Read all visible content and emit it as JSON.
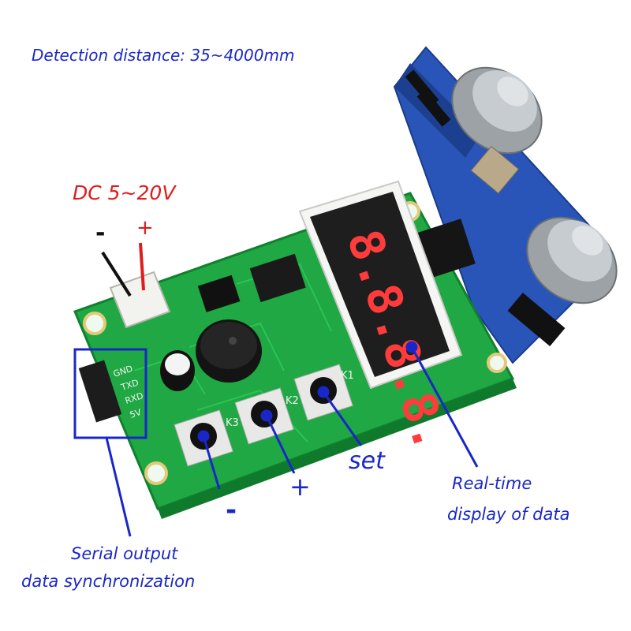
{
  "labels": {
    "detection": "Detection distance: 35~4000mm",
    "power": "DC 5~20V",
    "power_minus": "-",
    "power_plus": "+",
    "set": "set",
    "plus": "+",
    "minus": "-",
    "realtime_line1": "Real-time",
    "realtime_line2": "display of data",
    "serial_line1": "Serial output",
    "serial_line2": "data synchronization"
  },
  "board_silkscreen": {
    "pins": [
      "GND",
      "TXD",
      "RXD",
      "5V"
    ],
    "keys": [
      "K1",
      "K2",
      "K3"
    ]
  },
  "display": {
    "digits": "8.8.8.8.",
    "color": "#ff3b3b"
  },
  "colors": {
    "pcb": "#1fa843",
    "annotation_blue": "#1a27c8",
    "annotation_red": "#e01b1b",
    "sensor_board": "#2a55b8"
  }
}
